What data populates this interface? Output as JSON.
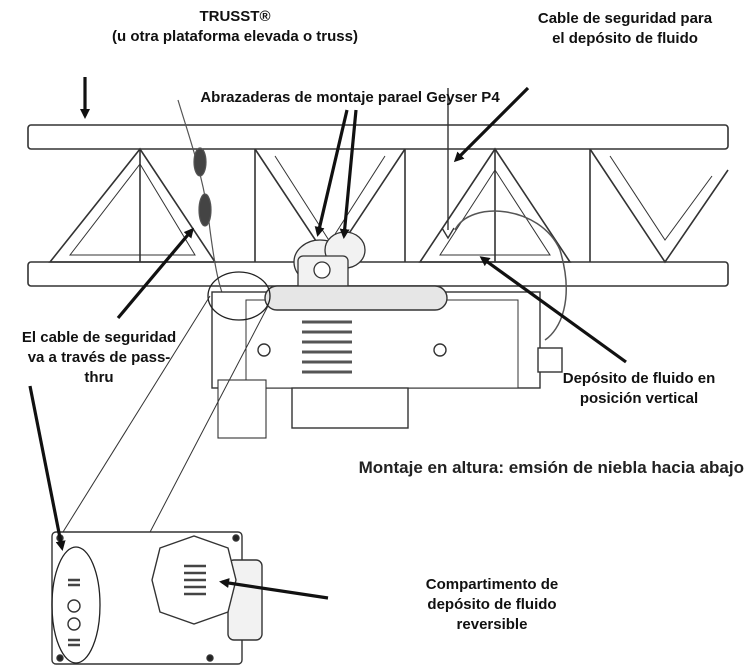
{
  "labels": {
    "trusst": [
      "TRUSST®",
      "(u otra plataforma elevada o truss)"
    ],
    "safety_cable_tank": [
      "Cable de seguridad para",
      "el depósito de fluido"
    ],
    "clamps": "Abrazaderas de montaje parael Geyser P4",
    "safety_cable_passthru": [
      "El cable de seguridad",
      "va a través de pass-",
      "thru"
    ],
    "tank_vertical": [
      "Depósito de fluido en",
      "posición vertical"
    ],
    "caption": "Montaje en altura: emsión de niebla hacia abajo",
    "compartment": [
      "Compartimento de",
      "depósito de fluido",
      "reversible"
    ]
  },
  "colors": {
    "line": "#222222",
    "text": "#111111",
    "fill_light": "#f2f2f2"
  }
}
